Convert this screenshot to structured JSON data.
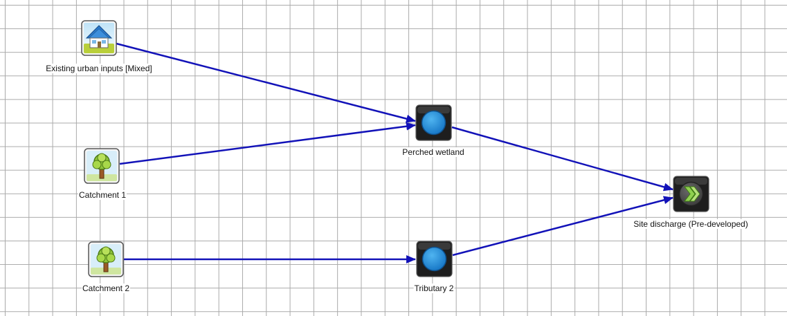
{
  "nodes": {
    "existing_urban": {
      "label": "Existing urban inputs [Mixed]",
      "icon": "house-icon"
    },
    "catchment1": {
      "label": "Catchment 1",
      "icon": "tree-icon"
    },
    "catchment2": {
      "label": "Catchment 2",
      "icon": "tree-icon"
    },
    "perched_wetland": {
      "label": "Perched wetland",
      "icon": "blue-circle-node-icon"
    },
    "tributary2": {
      "label": "Tributary 2",
      "icon": "blue-circle-node-icon"
    },
    "site_discharge": {
      "label": "Site discharge (Pre-developed)",
      "icon": "discharge-chevron-icon"
    }
  },
  "links": [
    {
      "from": "existing_urban",
      "to": "perched_wetland"
    },
    {
      "from": "catchment1",
      "to": "perched_wetland"
    },
    {
      "from": "perched_wetland",
      "to": "site_discharge"
    },
    {
      "from": "catchment2",
      "to": "tributary2"
    },
    {
      "from": "tributary2",
      "to": "site_discharge"
    }
  ],
  "colors": {
    "link": "#1212b8",
    "grid": "#aaaaaa",
    "node_blue": "#1a8fd8",
    "node_dark": "#222222"
  }
}
